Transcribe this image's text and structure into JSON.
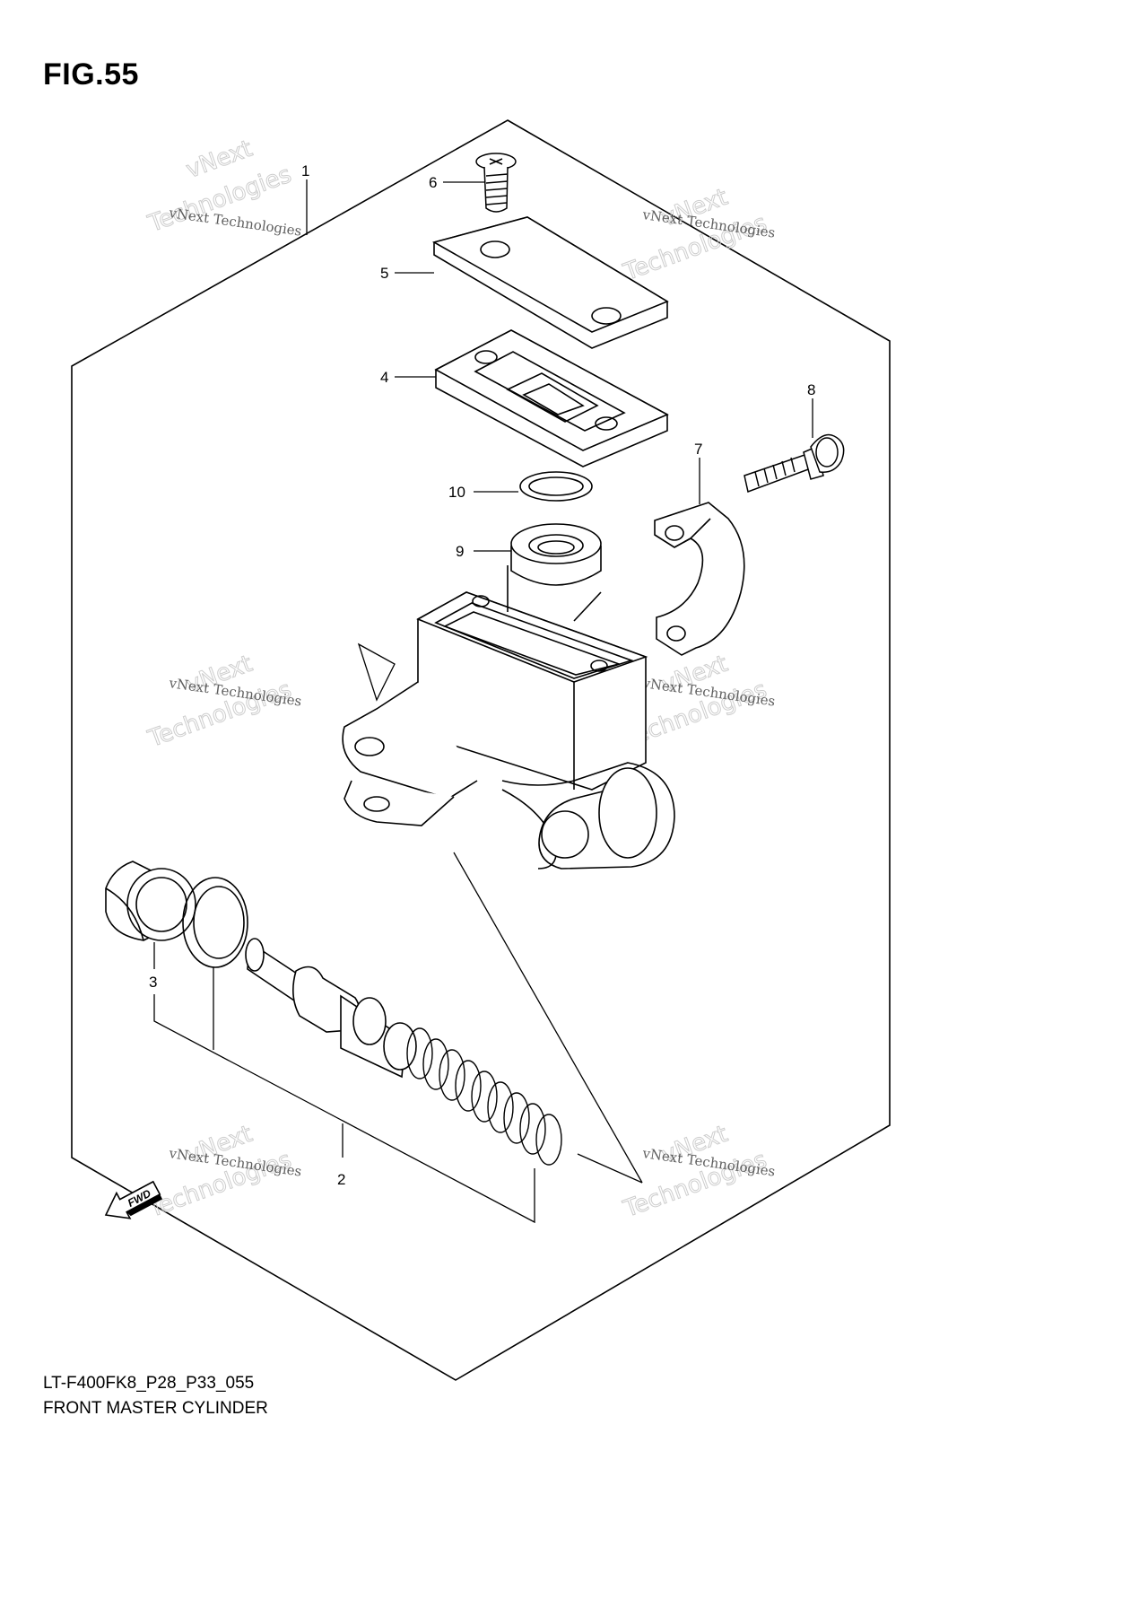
{
  "figure": {
    "title": "FIG.55",
    "code": "LT-F400FK8_P28_P33_055",
    "name": "FRONT MASTER CYLINDER"
  },
  "callouts": [
    {
      "id": "1",
      "text": "1"
    },
    {
      "id": "2",
      "text": "2"
    },
    {
      "id": "3",
      "text": "3"
    },
    {
      "id": "4",
      "text": "4"
    },
    {
      "id": "5",
      "text": "5"
    },
    {
      "id": "6",
      "text": "6"
    },
    {
      "id": "7",
      "text": "7"
    },
    {
      "id": "8",
      "text": "8"
    },
    {
      "id": "9",
      "text": "9"
    },
    {
      "id": "10",
      "text": "10"
    }
  ],
  "watermark": {
    "line1": "vNext",
    "line2": "vNext Technologies",
    "line3": "Technologies"
  },
  "fwd_label": "FWD"
}
